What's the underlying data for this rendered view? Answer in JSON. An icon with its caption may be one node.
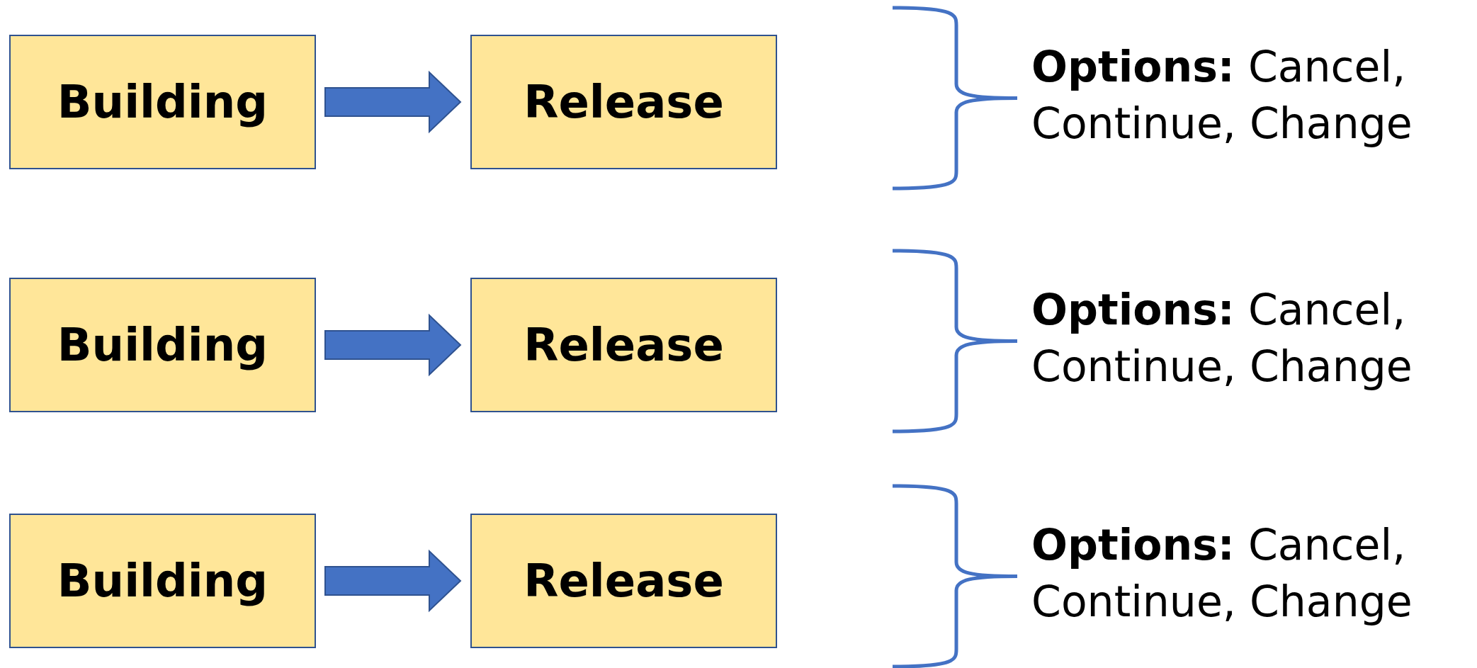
{
  "diagram": {
    "nodes": [
      {
        "text": [
          "Building"
        ]
      },
      {
        "text": [
          "Release"
        ]
      },
      {
        "text": [
          "Building"
        ]
      },
      {
        "text": [
          "Release"
        ]
      },
      {
        "text": [
          "Building"
        ]
      },
      {
        "text": [
          "Release"
        ]
      }
    ],
    "edges": [
      {
        "from": 0,
        "to": 1,
        "arrow": "to"
      },
      {
        "from": 2,
        "to": 3,
        "arrow": "to"
      },
      {
        "from": 4,
        "to": 5,
        "arrow": "to"
      }
    ],
    "labels": [
      "**Options:** Cancel, Continue, Change",
      "**Options:** Cancel, Continue, Change",
      "**Options:** Cancel, Continue, Change"
    ]
  }
}
